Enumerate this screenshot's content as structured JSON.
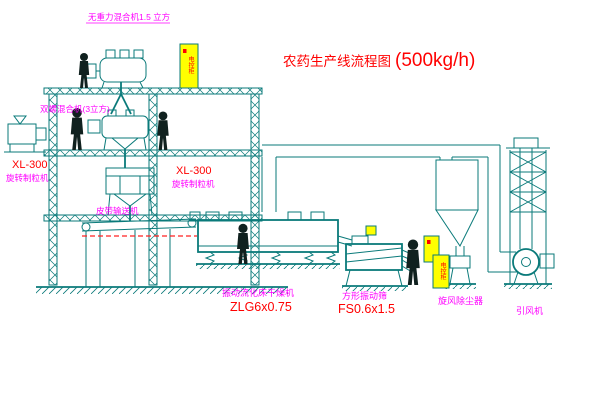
{
  "title": {
    "name": "农药生产线流程图",
    "capacity": "(500kg/h)"
  },
  "labels": {
    "mixer_top": "无重力混合机1.5 立方",
    "mixer_mid": "双螺混合机(3立方)",
    "granulator_left_model": "XL-300",
    "granulator_left": "旋转制粒机",
    "granulator_mid_model": "XL-300",
    "granulator_mid": "旋转制粒机",
    "belt_conveyor": "皮带输送机",
    "dryer": "振动流化床干燥机",
    "dryer_model": "ZLG6x0.75",
    "sieve": "方形振动筛",
    "sieve_model": "FS0.6x1.5",
    "dust_collector": "旋风除尘器",
    "fan": "引风机",
    "cabinet": "电控柜"
  },
  "colors": {
    "line": "#0a7a7a",
    "label": "#ff00ff",
    "model": "#ff0000",
    "cabinet_fill": "#ffff00",
    "figure": "#10211f",
    "background": "#ffffff"
  }
}
